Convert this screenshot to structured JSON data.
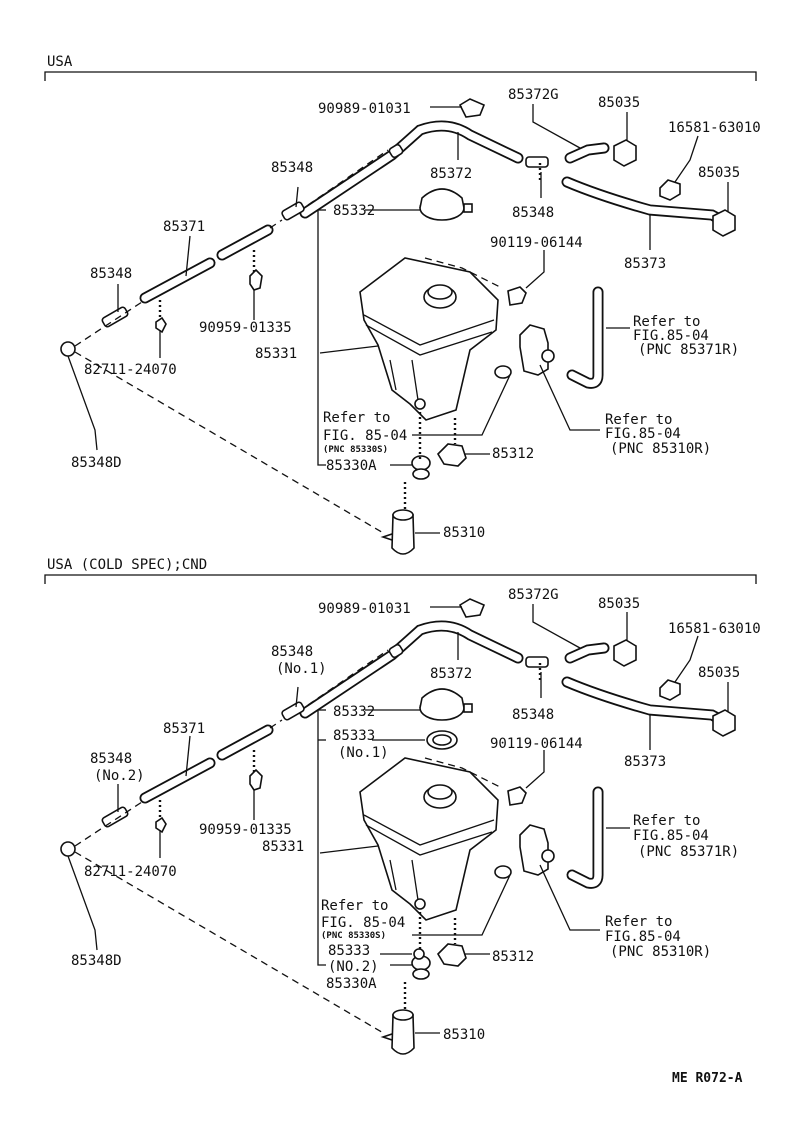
{
  "sections": [
    {
      "header": "USA",
      "labels": {
        "p9098901031": "90989-01031",
        "p85372G": "85372G",
        "p85035a": "85035",
        "p1658163010": "16581-63010",
        "p85035b": "85035",
        "p85348top": "85348",
        "p85348topNo": "",
        "p85372": "85372",
        "p85348mid": "85348",
        "p85332": "85332",
        "p85371": "85371",
        "p9011906144": "90119-06144",
        "p85373": "85373",
        "p85348left": "85348",
        "p85348leftNo": "",
        "p9095901335": "90959-01335",
        "refA1": "Refer to",
        "refA2": "FIG.85-04",
        "refA3": "(PNC 85371R)",
        "p85331": "85331",
        "p8271124070": "82711-24070",
        "refB1": "Refer to",
        "refB2": "FIG.85-04",
        "refB3": "(PNC 85310R)",
        "refC1": "Refer to",
        "refC2": "FIG. 85-04",
        "refC3": "(PNC 85330S)",
        "p85312": "85312",
        "p85330A": "85330A",
        "p85348D": "85348D",
        "p85310": "85310"
      }
    },
    {
      "header": "USA  (COLD SPEC);CND",
      "labels": {
        "p9098901031": "90989-01031",
        "p85372G": "85372G",
        "p85035a": "85035",
        "p1658163010": "16581-63010",
        "p85035b": "85035",
        "p85348top": "85348",
        "p85348topNo": "(No.1)",
        "p85372": "85372",
        "p85348mid": "85348",
        "p85332": "85332",
        "p85333a": "85333",
        "p85333aNo": "(No.1)",
        "p85371": "85371",
        "p9011906144": "90119-06144",
        "p85373": "85373",
        "p85348left": "85348",
        "p85348leftNo": "(No.2)",
        "p9095901335": "90959-01335",
        "refA1": "Refer to",
        "refA2": "FIG.85-04",
        "refA3": "(PNC 85371R)",
        "p85331": "85331",
        "p8271124070": "82711-24070",
        "refB1": "Refer to",
        "refB2": "FIG.85-04",
        "refB3": "(PNC 85310R)",
        "refC1": "Refer to",
        "refC2": "FIG. 85-04",
        "refC3": "(PNC 85330S)",
        "p85333b": "85333",
        "p85333bNo": "(NO.2)",
        "p85312": "85312",
        "p85330A": "85330A",
        "p85348D": "85348D",
        "p85310": "85310"
      }
    }
  ],
  "footer_code": "ME R072-A"
}
